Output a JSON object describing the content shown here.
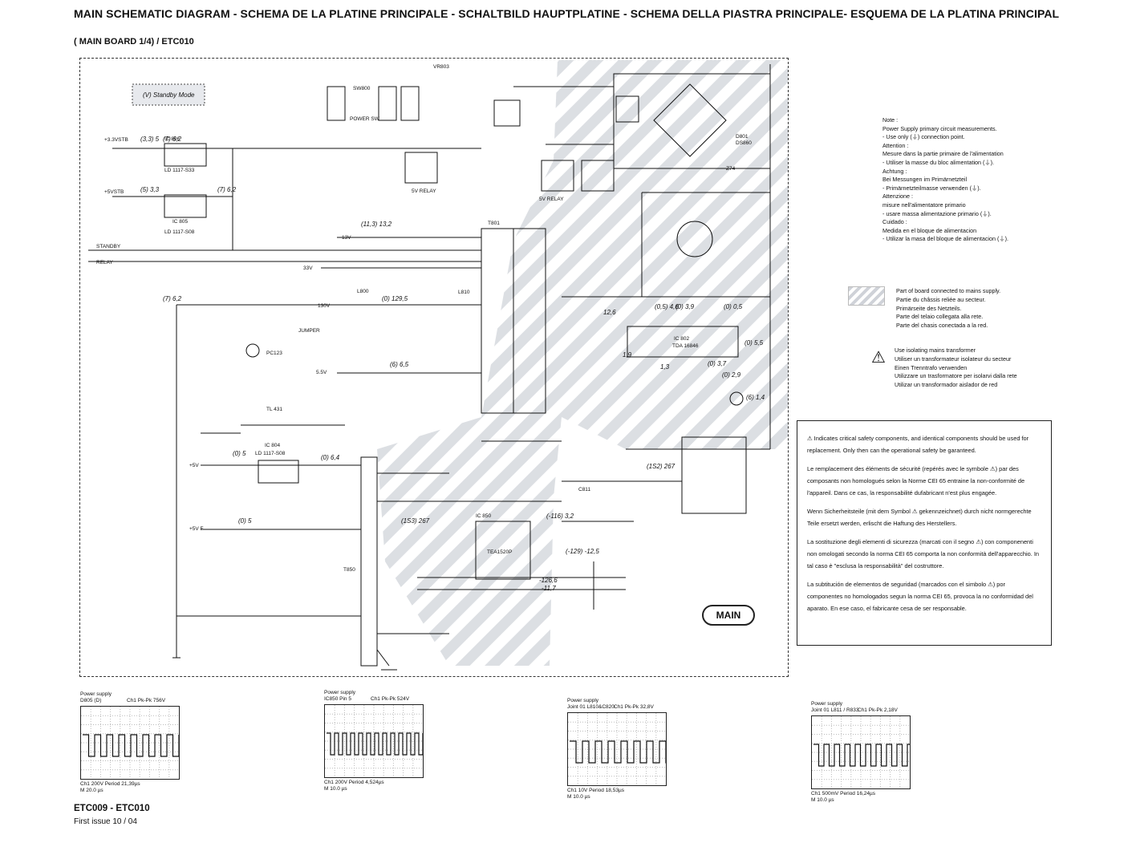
{
  "title": "MAIN SCHEMATIC DIAGRAM - SCHEMA DE LA PLATINE PRINCIPALE - SCHALTBILD HAUPTPLATINE - SCHEMA DELLA PIASTRA PRINCIPALE- ESQUEMA DE LA PLATINA PRINCIPAL",
  "subtitle": "( MAIN BOARD 1/4) / ETC010",
  "standby_box": "(V) Standby Mode",
  "main_badge": "MAIN",
  "labels": {
    "ic806": "IC 806",
    "ic806_part": "LD 1117-S33",
    "ic805": "IC 805",
    "ic805_part": "LD 1117-S08",
    "ic804": "IC 804",
    "ic804_part": "LD 1117-S08",
    "ic802": "IC 802",
    "ic802_part": "TDA 16846",
    "ic850": "IC 850",
    "ic850_part": "TEA1520P",
    "t801": "T801",
    "t850": "T850",
    "v33stb": "+3.3VSTB",
    "v5stb": "+5VSTB",
    "standby": "STANDBY",
    "relay": "RELAY",
    "r13v": "13V",
    "r33v": "33V",
    "r130v": "130V",
    "r55v": "5.5V",
    "r5v": "+5V",
    "r5vf": "+5V F",
    "ks51": "5V RELAY",
    "k851": "5V RELAY",
    "vr803": "VR803",
    "sw800": "SW800",
    "power_sw": "POWER SW",
    "d801": "D801",
    "ds860": "DS860",
    "pc123": "PC123",
    "tl431": "TL 431",
    "jumper": "JUMPER",
    "l800": "L800",
    "l810": "L810",
    "c811": "C811",
    "z74": "Z74"
  },
  "voltages": [
    "(7) 6,2",
    "(3,3) 5",
    "(5) 3,3",
    "(7) 6,2",
    "(11,3) 13,2",
    "(0) 129,5",
    "(6) 6,5",
    "(7) 6,2",
    "(0) 5",
    "(0) 6,4",
    "(0) 5",
    "(1S2) 267",
    "(1S3) 267",
    "(-116) 3,2",
    "(-129) -12,5",
    "-126,6",
    "-11,7",
    "12,6",
    "(0,5) 4,6",
    "(0) 3,9",
    "(0) 0,5",
    "(0) 5,5",
    "1,9",
    "1,3",
    "(0) 3,7",
    "(0) 2,9",
    "(6) 1,4"
  ],
  "notes": [
    "Note :",
    "Power Supply primary circuit measurements.",
    "- Use only (⏚) connection point.",
    "Attention :",
    "Mesure dans la partie primaire de l'alimentation",
    "- Utiliser la masse du bloc alimentation (⏚).",
    "Achtung :",
    "Bei Messungen im Primärnetzteil",
    "- Primärnetzteilmasse verwenden (⏚).",
    "Attenzione :",
    "misure nell'alimentatore primario",
    "- usare massa alimentazione primario (⏚).",
    "Cuidado :",
    "Medida en el bloque de alimentacion",
    "- Utilizar la masa del bloque de alimentacion (⏚)."
  ],
  "legend_mains": [
    "Part of board connected to mains supply.",
    "Partie du châssis reliée au secteur.",
    "Primärseite des Netzteils.",
    "Parte del telaio collegata alla rete.",
    "Parte del chasis conectada a la red."
  ],
  "legend_transformer": [
    "Use isolating mains transformer",
    "Utiliser un transformateur isolateur du secteur",
    "Einen Trenntrafo verwenden",
    "Utilizzare un trasformatore per isolarvi dalla rete",
    "Utilizar un transformador aislador de red"
  ],
  "safety": [
    "⚠ Indicates critical safety components, and identical components should be used for replacement. Only then can the operational safety be garanteed.",
    "Le remplacement des éléments de sécurité (repérés avec le symbole ⚠) par des composants non homologués selon la Norme CEI 65 entraine la non-conformité de l'appareil. Dans ce cas, la responsabilité dufabricant n'est plus engagée.",
    "Wenn Sicherheitsteile (mit dem Symbol ⚠ gekennzeichnet) durch nicht normgerechte Teile ersetzt werden, erlischt die Haftung des Herstellers.",
    "La sostituzione degli elementi di sicurezza (marcati con il segno ⚠) con componenenti non omologati secondo la norma CEI 65 comporta la non conformità dell'apparecchio. In tal caso è \"esclusa la responsabilità\" del costruttore.",
    "La subtitución de elementos de seguridad (marcados con el simbolo ⚠) por componentes no homologados segun la norma CEI 65, provoca la no conformidad del aparato. En ese caso, el fabricante cesa de ser responsable."
  ],
  "scopes": [
    {
      "head": "Power supply",
      "sub": "D805 (D)",
      "ch": "Ch1 Pk-Pk 756V",
      "foot1": "Ch1 200V   Period 21,39µs",
      "foot2": "M 20.0 µs"
    },
    {
      "head": "Power supply",
      "sub": "IC850 Pin 5",
      "ch": "Ch1 Pk-Pk 524V",
      "foot1": "Ch1 200V   Period 4,524µs",
      "foot2": "M 10.0 µs"
    },
    {
      "head": "Power supply",
      "sub": "Joint 01 L810&C820",
      "ch": "Ch1 Pk-Pk 32,8V",
      "foot1": "Ch1 10V   Period 18,53µs",
      "foot2": "M 10.0 µs"
    },
    {
      "head": "Power supply",
      "sub": "Joint 01 L811 / R833",
      "ch": "Ch1 Pk-Pk 2,18V",
      "foot1": "Ch1 500mV   Period 16,24µs",
      "foot2": "M 10.0 µs"
    }
  ],
  "footer": {
    "models": "ETC009 - ETC010",
    "issue": "First issue 10 / 04"
  }
}
